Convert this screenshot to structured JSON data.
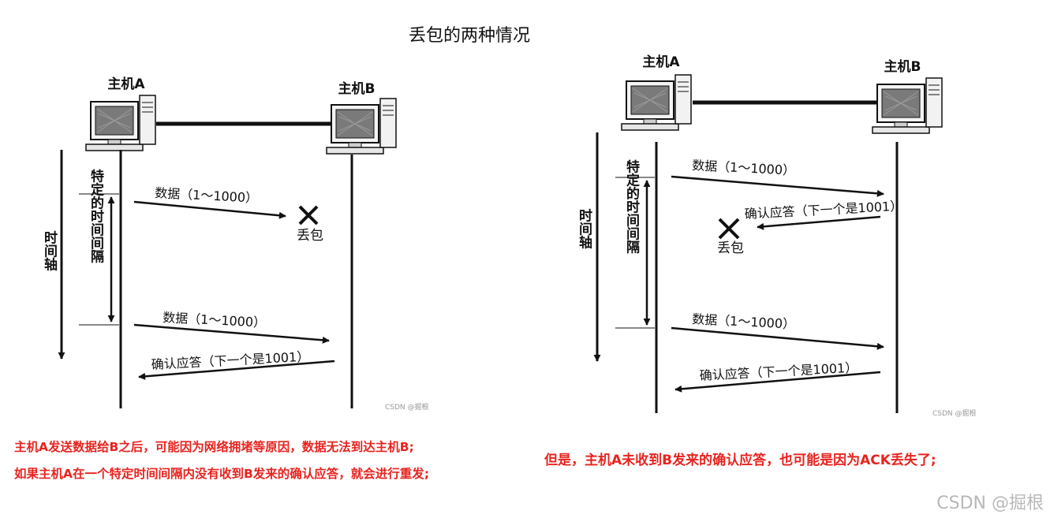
{
  "title": "丢包的两种情况",
  "host_a": "主机A",
  "host_b": "主机B",
  "time_axis": "时间轴",
  "interval": "特定的时间间隔",
  "left": {
    "msg_data_1": "数据（1～1000）",
    "lost": "丢包",
    "msg_data_2": "数据（1～1000）",
    "msg_ack": "确认应答（下一个是1001）"
  },
  "right": {
    "msg_data_1": "数据（1～1000）",
    "msg_ack_lost": "确认应答（下一个是1001）",
    "lost": "丢包",
    "msg_data_2": "数据（1～1000）",
    "msg_ack_2": "确认应答（下一个是1001）"
  },
  "captions": {
    "left_line1": "主机A发送数据给B之后，可能因为网络拥堵等原因，数据无法到达主机B;",
    "left_line2": "如果主机A在一个特定时间间隔内没有收到B发来的确认应答，就会进行重发;",
    "right": "但是，主机A未收到B发来的确认应答，也可能是因为ACK丢失了;"
  },
  "watermark_small": "CSDN @掘根",
  "watermark_main": "CSDN @掘根",
  "colors": {
    "caption": "#e8231f",
    "line": "#111111"
  }
}
